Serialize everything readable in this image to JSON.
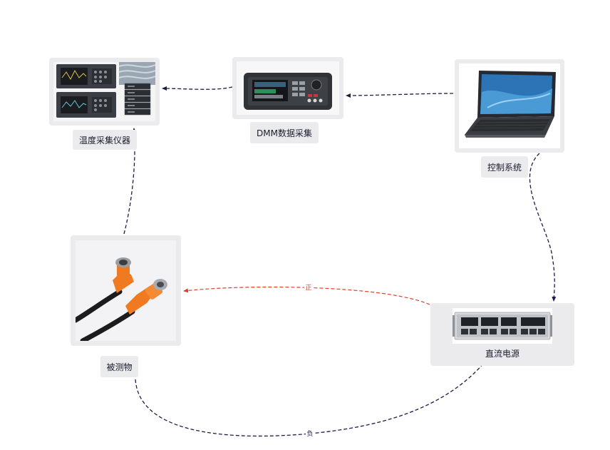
{
  "nodes": {
    "temp_daq": {
      "label": "温度采集仪器",
      "image": "temperature-data-acquisition-instrument"
    },
    "dmm": {
      "label": "DMM数据采集",
      "image": "digital-multimeter"
    },
    "control": {
      "label": "控制系统",
      "image": "laptop"
    },
    "dut": {
      "label": "被测物",
      "image": "orange-cable-connectors"
    },
    "dc_supply": {
      "label": "直流电源",
      "image": "dc-power-supply"
    }
  },
  "edges": {
    "positive": {
      "label": "正",
      "color": "#d9412b"
    },
    "negative": {
      "label": "负",
      "color": "#1c1d4a"
    }
  },
  "colors": {
    "arrow_dark": "#1c1d4a",
    "arrow_red": "#d9412b",
    "frame": "#ebebed"
  }
}
